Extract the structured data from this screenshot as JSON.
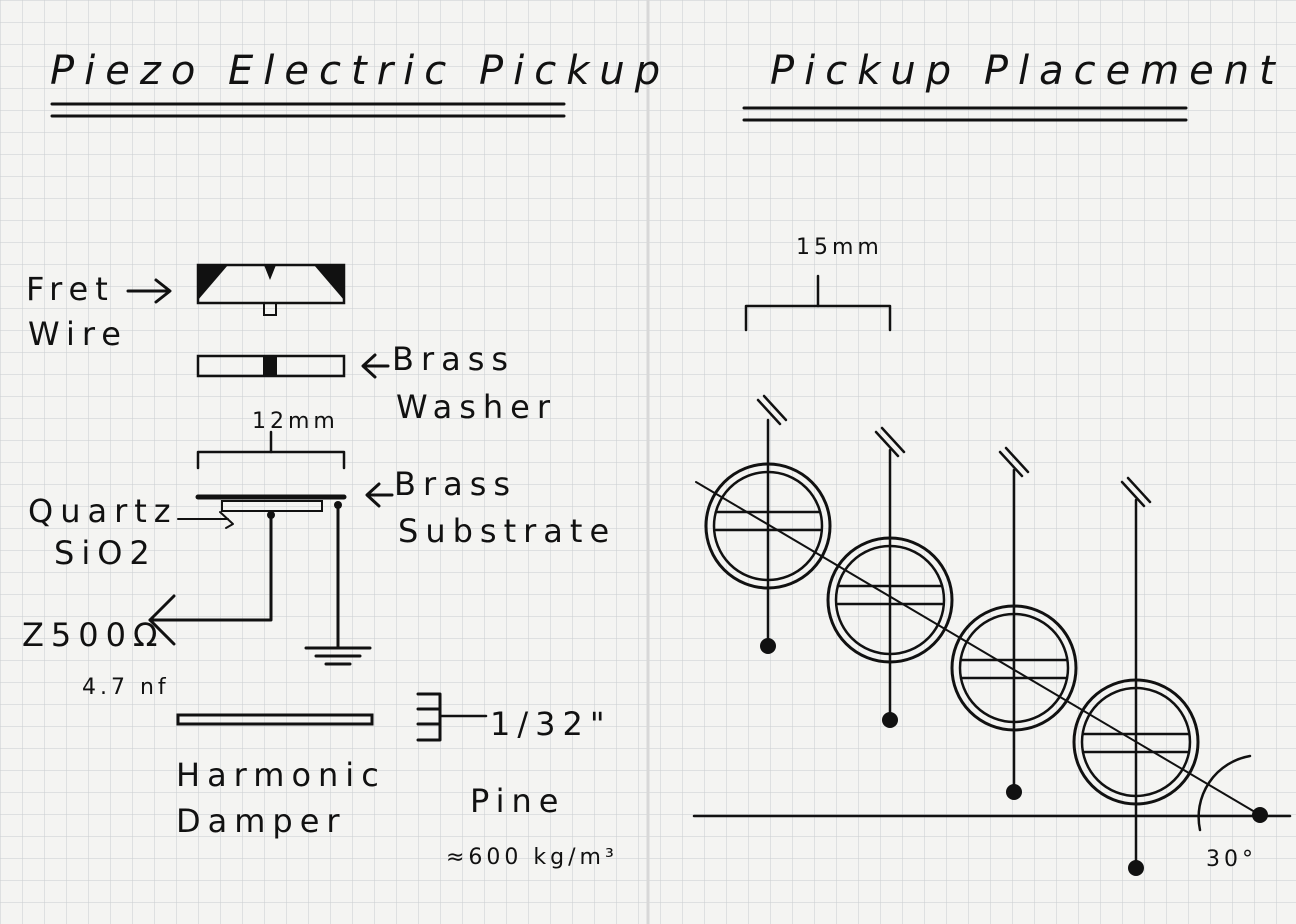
{
  "left_page": {
    "title": "Piezo Electric Pickup",
    "fret_wire": [
      "Fret",
      "Wire"
    ],
    "brass_washer": [
      "Brass",
      "Washer"
    ],
    "dimension_12": "12mm",
    "brass_substrate": [
      "Brass",
      "Substrate"
    ],
    "quartz": [
      "Quartz",
      "SiO2"
    ],
    "impedance": "Z500Ω",
    "capacitance": "4.7 nf",
    "harmonic_damper": [
      "Harmonic",
      "Damper"
    ],
    "thickness": "1/32\"",
    "pine": "Pine",
    "pine_density": "≈600 kg/m³"
  },
  "right_page": {
    "title": "Pickup Placement",
    "dimension_15": "15mm",
    "angle": "30°"
  }
}
